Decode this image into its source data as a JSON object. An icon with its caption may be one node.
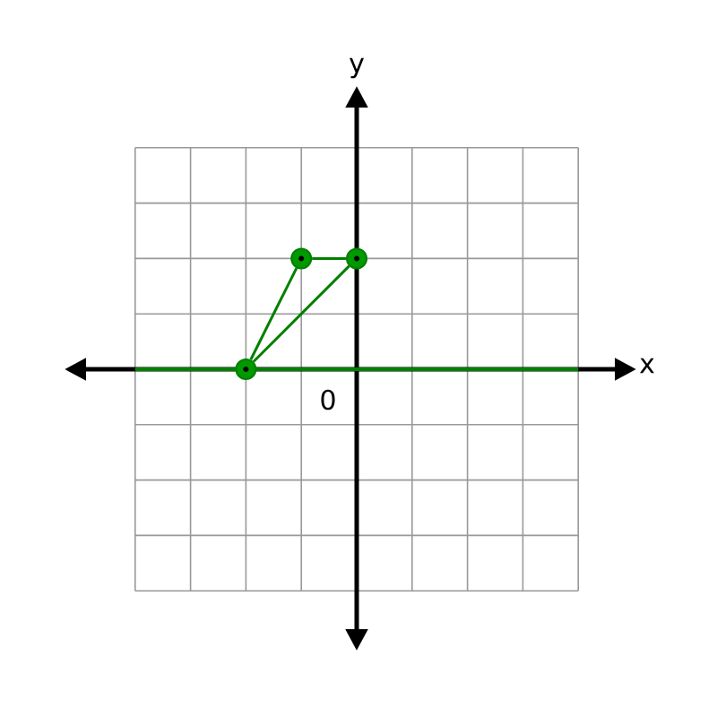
{
  "diagram": {
    "nodes": [
      {
        "text": [],
        "shape": "circle"
      },
      {
        "text": [],
        "shape": "circle"
      },
      {
        "text": [],
        "shape": "circle"
      }
    ],
    "edges": [
      {
        "from": 0,
        "to": 1,
        "arrow": "none"
      },
      {
        "from": 1,
        "to": 2,
        "arrow": "none"
      },
      {
        "from": 0,
        "to": 2,
        "arrow": "none"
      }
    ],
    "labels": [
      "y",
      "x",
      "0"
    ]
  }
}
